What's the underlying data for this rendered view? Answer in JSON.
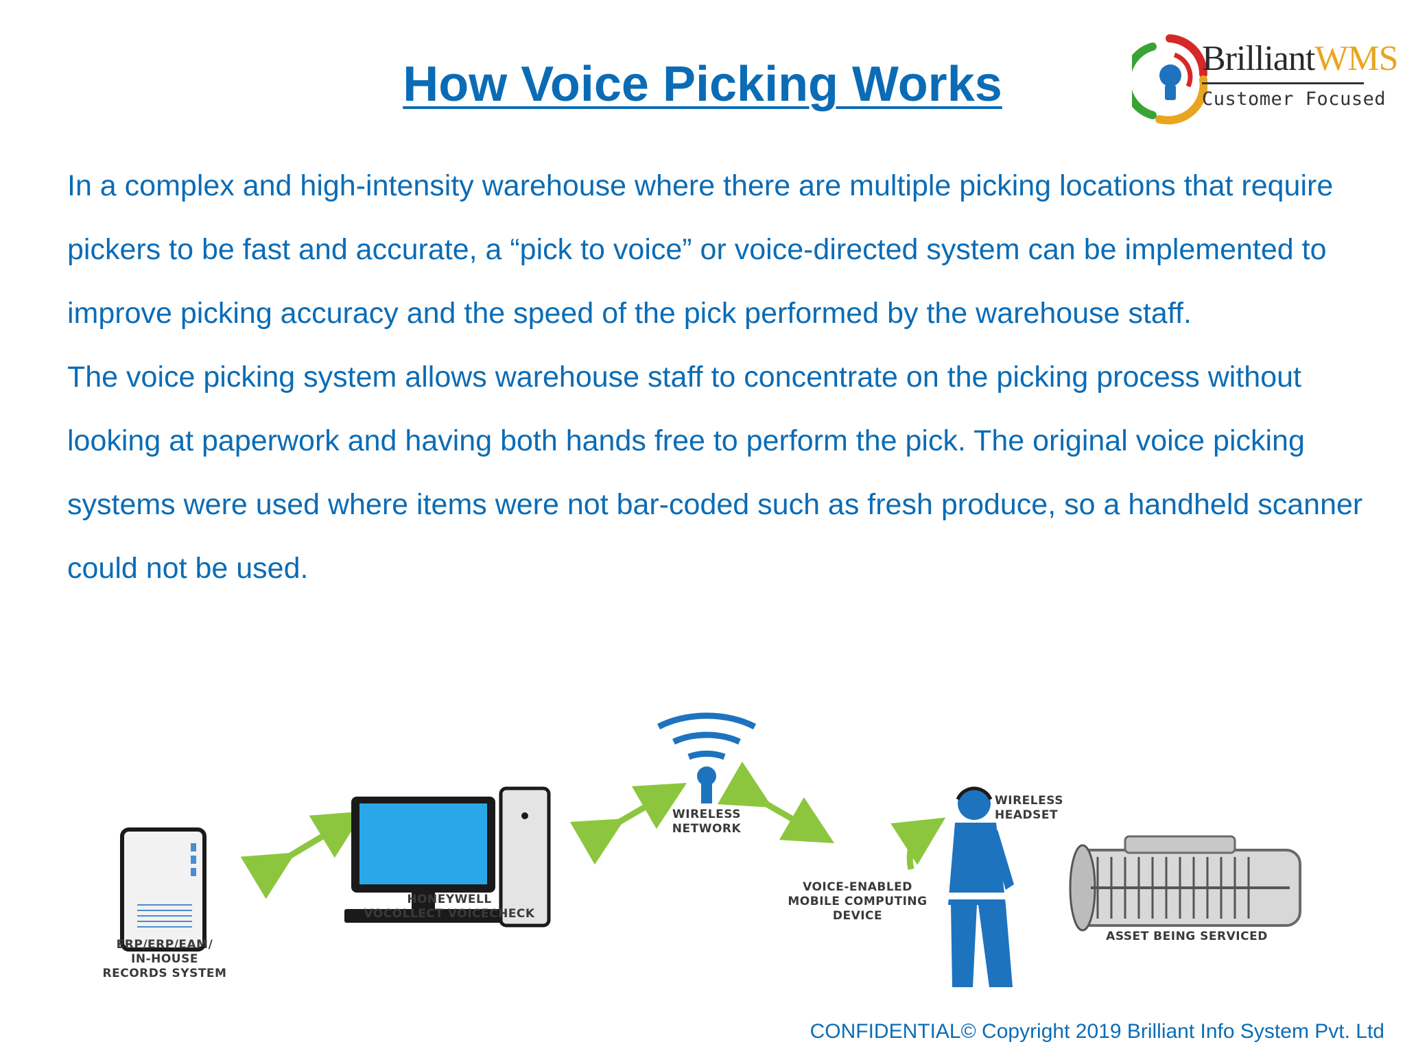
{
  "title": "How Voice Picking Works",
  "logo": {
    "brand_main": "Brilliant",
    "brand_accent": "WMS",
    "tagline": "Customer Focused"
  },
  "paragraphs": [
    "In a complex and high-intensity warehouse where there are multiple picking locations that require pickers to be fast and accurate, a “pick to voice” or voice-directed system can be implemented to improve picking accuracy and the speed of the pick performed by the warehouse staff.",
    "The voice picking system allows warehouse staff to concentrate on the picking process without looking at paperwork and having both hands free to perform the pick. The original voice picking systems were used where items were not bar-coded such as fresh produce, so a handheld scanner could not be used."
  ],
  "diagram": {
    "records_label": "ERP/ERP/EAM/\nIN-HOUSE\nRECORDS SYSTEM",
    "computer_label": "HONEYWELL\nVOCOLLECT VOICECHECK",
    "network_label": "WIRELESS\nNETWORK",
    "device_label": "VOICE-ENABLED\nMOBILE COMPUTING\nDEVICE",
    "headset_label": "WIRELESS\nHEADSET",
    "asset_label": "ASSET BEING SERVICED"
  },
  "footer": "CONFIDENTIAL© Copyright 2019 Brilliant Info System Pvt. Ltd",
  "colors": {
    "text_blue": "#0b6cb5",
    "arrow_green": "#8cc63f",
    "figure_blue": "#1e73be",
    "logo_accent": "#e9a520"
  }
}
